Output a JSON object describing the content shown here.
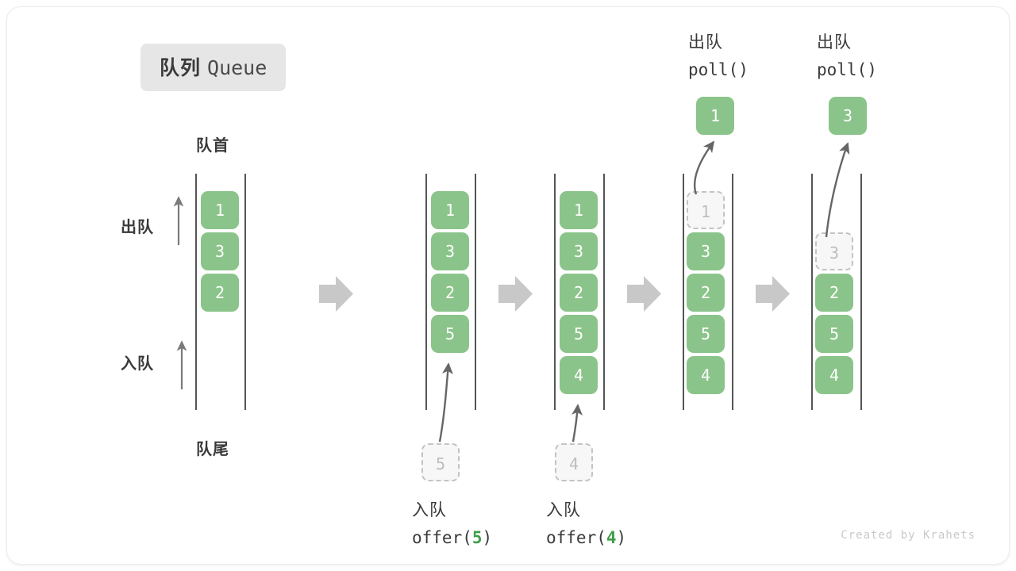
{
  "title": {
    "cn": "队列",
    "en": "Queue"
  },
  "labels": {
    "front": "队首",
    "rear": "队尾",
    "dequeue_side": "出队",
    "enqueue_side": "入队"
  },
  "colors": {
    "cell_fill": "#8bc48a",
    "cell_text": "#ffffff",
    "ghost_fill": "#f7f7f7",
    "ghost_border": "#c3c3c3",
    "ghost_text": "#bdbdbd",
    "rail": "#555555",
    "arrow_gray": "#c8c8c8",
    "curve_arrow": "#666666",
    "badge_bg": "#e6e6e6",
    "accent_green": "#3f9e48",
    "text_dark": "#3a3a3a"
  },
  "stages": [
    {
      "id": "initial",
      "cells": [
        {
          "value": "1",
          "state": "filled"
        },
        {
          "value": "3",
          "state": "filled"
        },
        {
          "value": "2",
          "state": "filled"
        }
      ]
    },
    {
      "id": "offer-5",
      "cells": [
        {
          "value": "1",
          "state": "filled"
        },
        {
          "value": "3",
          "state": "filled"
        },
        {
          "value": "2",
          "state": "filled"
        },
        {
          "value": "5",
          "state": "filled"
        }
      ],
      "incoming": {
        "value": "5",
        "state": "ghost"
      },
      "caption": {
        "cn": "入队",
        "fn_prefix": "offer(",
        "arg": "5",
        "fn_suffix": ")"
      }
    },
    {
      "id": "offer-4",
      "cells": [
        {
          "value": "1",
          "state": "filled"
        },
        {
          "value": "3",
          "state": "filled"
        },
        {
          "value": "2",
          "state": "filled"
        },
        {
          "value": "5",
          "state": "filled"
        },
        {
          "value": "4",
          "state": "filled"
        }
      ],
      "incoming": {
        "value": "4",
        "state": "ghost"
      },
      "caption": {
        "cn": "入队",
        "fn_prefix": "offer(",
        "arg": "4",
        "fn_suffix": ")"
      }
    },
    {
      "id": "poll-1",
      "cells": [
        {
          "value": "1",
          "state": "ghost"
        },
        {
          "value": "3",
          "state": "filled"
        },
        {
          "value": "2",
          "state": "filled"
        },
        {
          "value": "5",
          "state": "filled"
        },
        {
          "value": "4",
          "state": "filled"
        }
      ],
      "popped": {
        "value": "1",
        "state": "pop"
      },
      "caption": {
        "cn": "出队",
        "fn_prefix": "poll(",
        "arg": "",
        "fn_suffix": ")"
      }
    },
    {
      "id": "poll-3",
      "cells": [
        {
          "value": "",
          "state": "empty"
        },
        {
          "value": "3",
          "state": "ghost"
        },
        {
          "value": "2",
          "state": "filled"
        },
        {
          "value": "5",
          "state": "filled"
        },
        {
          "value": "4",
          "state": "filled"
        }
      ],
      "popped": {
        "value": "3",
        "state": "pop"
      },
      "caption": {
        "cn": "出队",
        "fn_prefix": "poll(",
        "arg": "",
        "fn_suffix": ")"
      }
    }
  ],
  "watermark": "Created by Krahets"
}
